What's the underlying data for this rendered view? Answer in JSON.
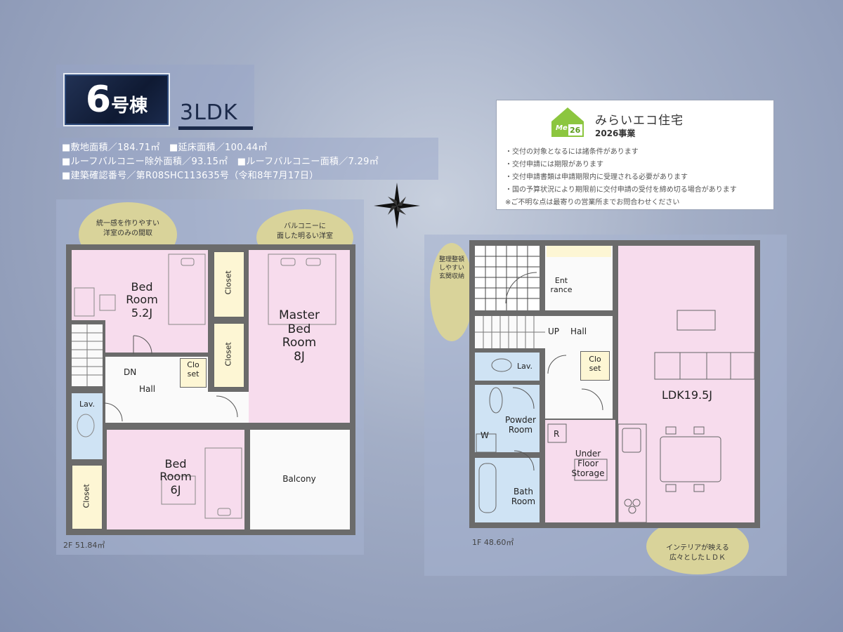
{
  "header": {
    "building_no": "6",
    "building_suffix": "号棟",
    "layout": "3LDK",
    "specs": [
      "■敷地面積／184.71㎡　■延床面積／100.44㎡",
      "■ルーフバルコニー除外面積／93.15㎡　■ルーフバルコニー面積／7.29㎡",
      "■建築確認番号／第R08SHC113635号（令和8年7月17日）"
    ]
  },
  "eco": {
    "logo_text": "Me",
    "logo_number": "26",
    "title": "みらいエコ住宅",
    "year": "2026事業",
    "notes": [
      "・交付の対象となるには諸条件があります",
      "・交付申請には期限があります",
      "・交付申請書類は申請期限内に受理される必要があります",
      "・国の予算状況により期限前に交付申請の受付を締め切る場合があります",
      "※ご不明な点は最寄りの営業所までお問合わせください"
    ]
  },
  "floor2": {
    "area": "2F 51.84㎡",
    "bubble_left": "統一感を作りやすい\n洋室のみの間取",
    "bubble_right": "バルコニーに\n面した明るい洋室",
    "rooms": {
      "bed1": "Bed\nRoom\n5.2J",
      "closet1": "Closet",
      "closet2": "Closet",
      "master": "Master\nBed\nRoom\n8J",
      "closet3": "Clo\nset",
      "dn": "DN",
      "hall": "Hall",
      "lav": "Lav.",
      "closet4": "Closet",
      "bed2": "Bed\nRoom\n6J",
      "balcony": "Balcony"
    }
  },
  "floor1": {
    "area": "1F 48.60㎡",
    "bubble_left": "整理整頓\nしやすい\n玄関収納",
    "bubble_right": "インテリアが映える\n広々としたＬＤＫ",
    "rooms": {
      "entrance": "Ent\nrance",
      "up": "UP",
      "hall": "Hall",
      "lav": "Lav.",
      "closet": "Clo\nset",
      "powder": "Powder\nRoom",
      "w": "W",
      "r": "R",
      "storage": "Under\nFloor\nStorage",
      "bath": "Bath\nRoom",
      "ldk": "LDK19.5J"
    }
  }
}
